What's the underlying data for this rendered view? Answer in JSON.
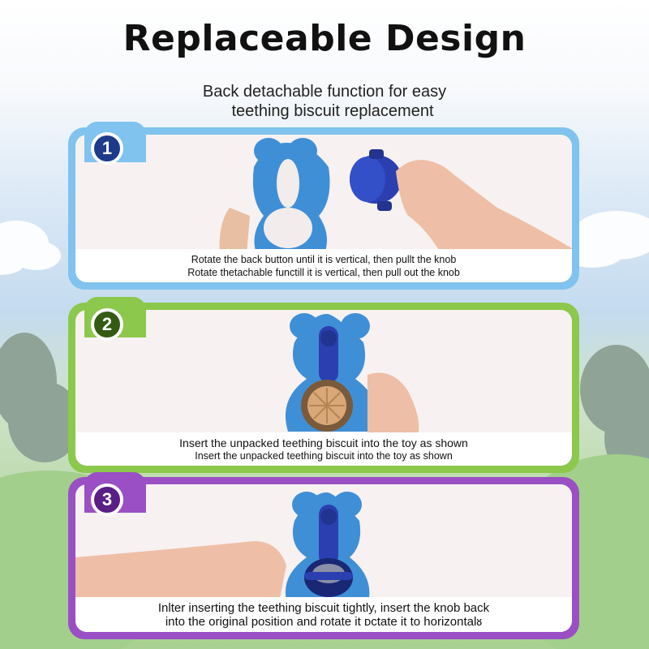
{
  "header": {
    "title": "Replaceable Design",
    "subtitle_line1": "Back detachable function for easy",
    "subtitle_line2": "teething biscuit replacement"
  },
  "colors": {
    "step1": "#7fc3ee",
    "step2": "#8cc84c",
    "step3": "#9a4fc4",
    "toy_blue": "#3f8fd6",
    "knob_navy": "#2b3fb0"
  },
  "steps": [
    {
      "number": "1",
      "caption_line1": "Rotate the back button until it is vertical, then pullt the knob",
      "caption_line2": "Rotate thetachable functill it is vertical, then pull out the knob"
    },
    {
      "number": "2",
      "caption_line1": "Insert the unpacked teething biscuit into the toy as shown",
      "caption_line2": "Insert the unpacked teething biscuit into the toy as shown"
    },
    {
      "number": "3",
      "caption_line1": "Inlter inserting the teething biscuit tightly, insert the knob back",
      "caption_line2": "into the original position and rotate it ᴅᴄtate it to horizontalᴕ"
    }
  ]
}
